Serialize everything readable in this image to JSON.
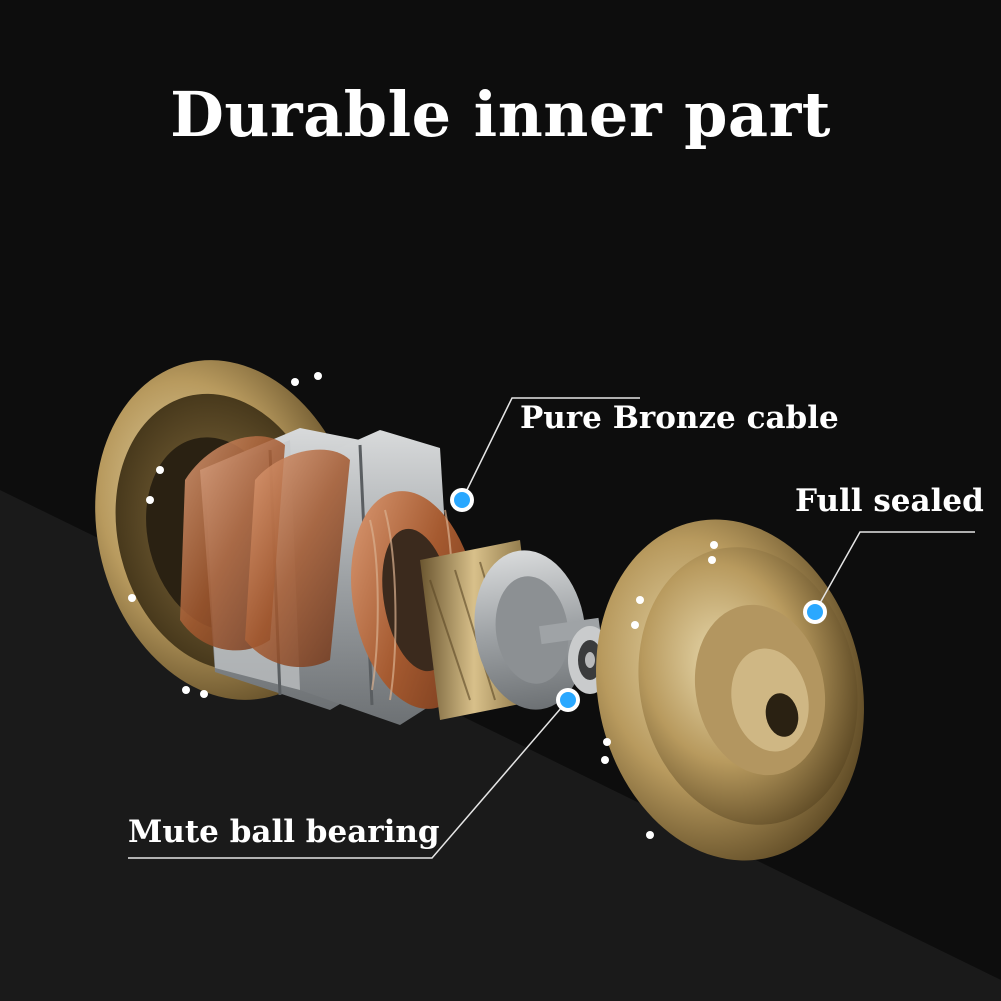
{
  "title": "Durable inner part",
  "callouts": {
    "bronze_cable": "Pure Bronze cable",
    "full_sealed": "Full sealed",
    "ball_bearing": "Mute ball bearing"
  },
  "colors": {
    "background_dark": "#0d0d0d",
    "background_band": "#1c1c1c",
    "marker_blue": "#2aa8ff",
    "gold": "#b89a5e",
    "copper": "#b4643a",
    "steel": "#a9adb0"
  }
}
